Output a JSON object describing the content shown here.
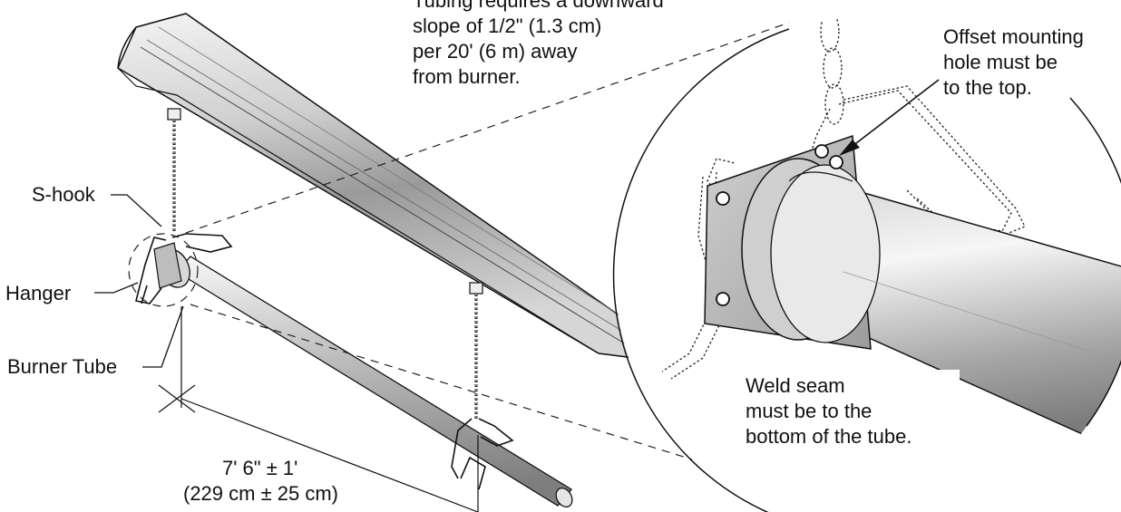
{
  "labels": {
    "slope_note": [
      "Tubing requires a downward",
      "slope of 1/2\" (1.3 cm)",
      "per 20' (6 m) away",
      "from burner."
    ],
    "offset_note": [
      "Offset mounting",
      "hole must be",
      "to the top."
    ],
    "weld_note": [
      "Weld seam",
      "must be to the",
      "bottom of the tube."
    ],
    "s_hook": "S-hook",
    "hanger": "Hanger",
    "burner_tube": "Burner Tube",
    "dimension": [
      "7' 6\" ± 1'",
      "(229 cm ± 25 cm)"
    ]
  },
  "colors": {
    "line": "#111111",
    "steel_light": "#f2f2f2",
    "steel_mid": "#c9c9c9",
    "steel_dark": "#8a8a8a",
    "background": "#ffffff"
  }
}
